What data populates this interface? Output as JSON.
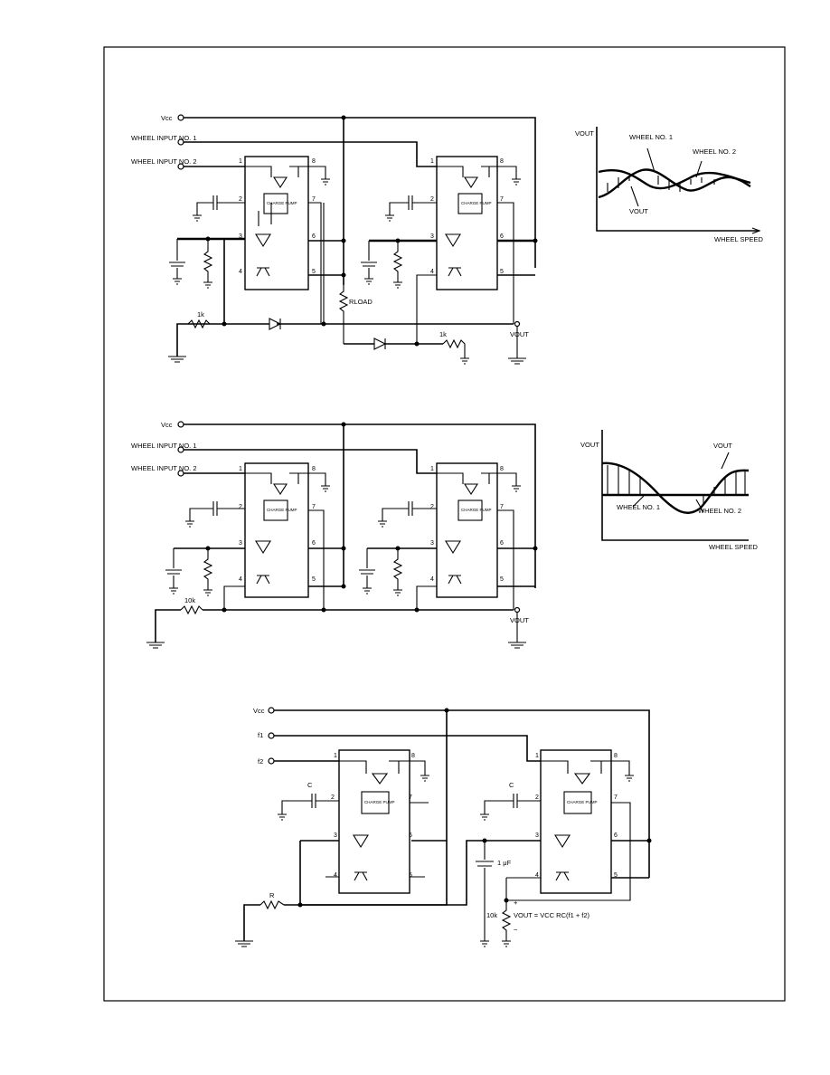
{
  "labels": {
    "vcc": "Vcc",
    "wheel_input_1": "WHEEL INPUT NO. 1",
    "wheel_input_2": "WHEEL INPUT NO. 2",
    "vout": "VOUT",
    "r_1k": "1k",
    "r_10k": "10k",
    "r_load": "RLOAD",
    "f1": "f1",
    "f2": "f2",
    "c": "C",
    "r": "R",
    "cap_1uf": "1 μF",
    "vout_formula": "VOUT = VCC RC(f1 + f2)",
    "chip_block": "CHARGE PUMP"
  },
  "graph1": {
    "y_label": "VOUT",
    "x_label": "WHEEL SPEED",
    "curve1": "WHEEL NO. 1",
    "curve2": "WHEEL NO. 2",
    "output": "VOUT"
  },
  "graph2": {
    "y_label": "VOUT",
    "x_label": "WHEEL SPEED",
    "curve1": "WHEEL NO. 1",
    "curve2": "WHEEL NO. 2",
    "output": "VOUT"
  },
  "pins": [
    "1",
    "2",
    "3",
    "4",
    "5",
    "6",
    "7",
    "8"
  ],
  "colors": {
    "ink": "#000000",
    "paper": "#ffffff"
  }
}
